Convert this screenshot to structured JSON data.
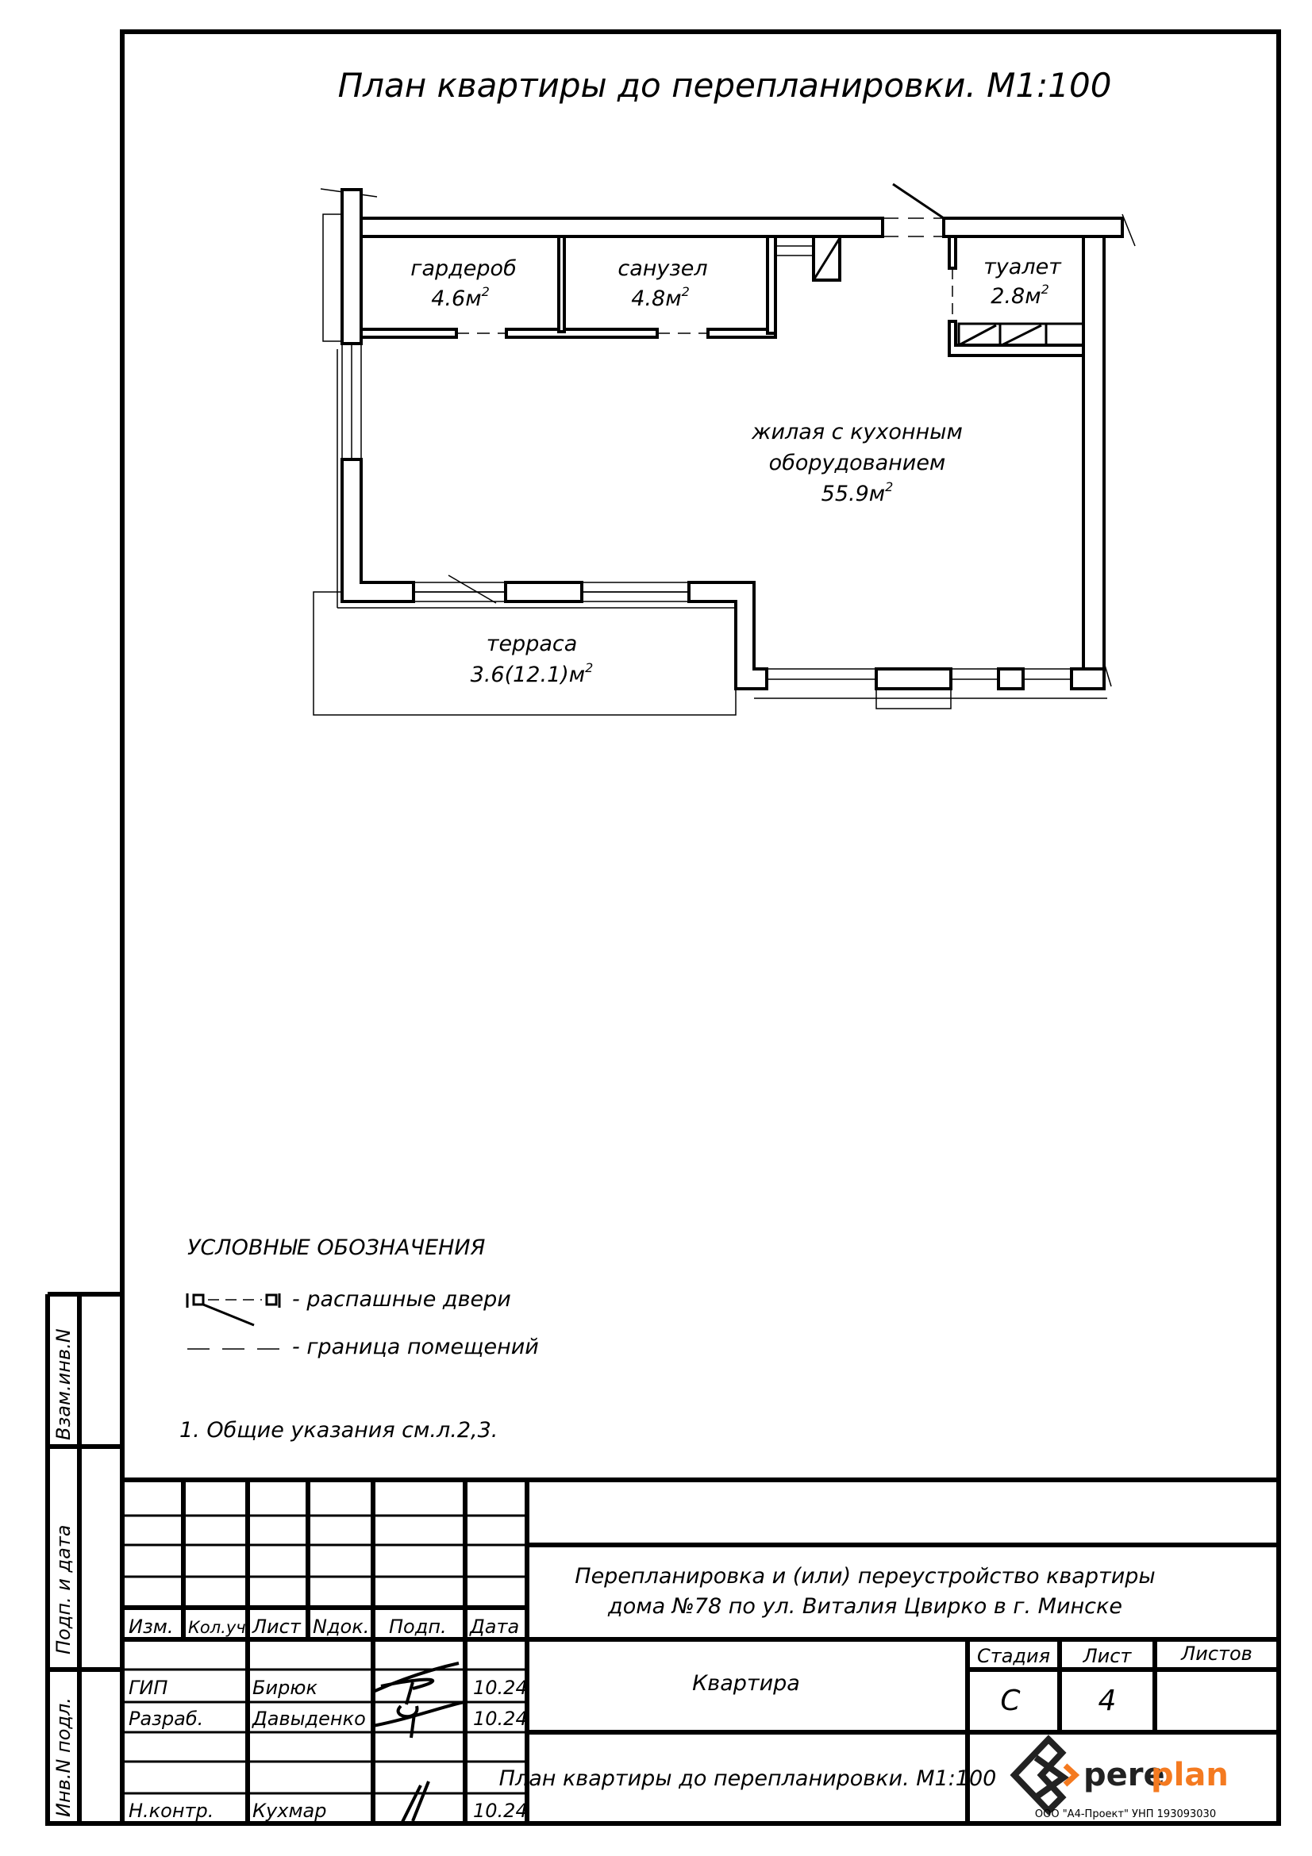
{
  "title": "План квартиры до перепланировки. М1:100",
  "rooms": [
    {
      "name": "гардероб",
      "area": "4.6м",
      "sup": "2"
    },
    {
      "name": "санузел",
      "area": "4.8м",
      "sup": "2"
    },
    {
      "name": "туалет",
      "area": "2.8м",
      "sup": "2"
    },
    {
      "name_line1": "жилая с кухонным",
      "name_line2": "оборудованием",
      "area": "55.9м",
      "sup": "2"
    },
    {
      "name": "терраса",
      "area": "3.6(12.1)м",
      "sup": "2"
    }
  ],
  "legend": {
    "heading": "УСЛОВНЫЕ ОБОЗНАЧЕНИЯ",
    "items": [
      "- распашные двери",
      "- граница помещений"
    ]
  },
  "note": "1.  Общие указания см.л.2,3.",
  "side_strip": [
    "Взам.инв.N",
    "Подп. и дата",
    "Инв.N подл."
  ],
  "stamp": {
    "headers": [
      "Изм.",
      "Кол.уч.",
      "Лист",
      "Nдок.",
      "Подп.",
      "Дата"
    ],
    "people": [
      {
        "role": "ГИП",
        "name": "Бирюк",
        "date": "10.24"
      },
      {
        "role": "Разраб.",
        "name": "Давыденко",
        "date": "10.24"
      },
      {
        "role": "Н.контр.",
        "name": "Кухмар",
        "date": "10.24"
      }
    ],
    "project_line1": "Перепланировка и (или) переустройство квартиры",
    "project_line2": "дома №78 по ул. Виталия Цвирко в г. Минске",
    "object": "Квартира",
    "sheet_title": "План квартиры до перепланировки. М1:100",
    "stage_header": "Стадия",
    "sheet_header": "Лист",
    "sheets_header": "Листов",
    "stage": "С",
    "sheet": "4",
    "sheets": ""
  },
  "logo": {
    "text_dark": "pere",
    "text_accent": "plan",
    "company": "ООО \"А4-Проект\" УНП 193093030",
    "accent_color": "#f47a20",
    "dark_color": "#222222"
  }
}
